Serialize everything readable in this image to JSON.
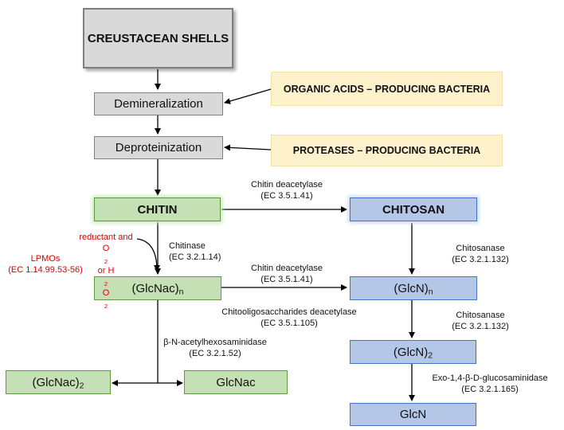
{
  "nodes": {
    "shells": "CREUSTACEAN SHELLS",
    "demineralization": "Demineralization",
    "deproteinization": "Deproteinization",
    "organic_acids": "ORGANIC ACIDS – PRODUCING BACTERIA",
    "proteases": "PROTEASES – PRODUCING BACTERIA",
    "chitin": "CHITIN",
    "chitosan": "CHITOSAN",
    "glcnac_n": {
      "base": "(GlcNac)",
      "sub": "n"
    },
    "glcn_n": {
      "base": "(GlcN)",
      "sub": "n"
    },
    "glcn_2": {
      "base": "(GlcN)",
      "sub": "2"
    },
    "glcnac_2": {
      "base": "(GlcNac)",
      "sub": "2"
    },
    "glcnac": "GlcNac",
    "glcn": "GlcN"
  },
  "labels": {
    "chitin_deacetylase_top": {
      "name": "Chitin deacetylase",
      "ec": "(EC 3.5.1.41)"
    },
    "chitinase": {
      "name": "Chitinase",
      "ec": "(EC 3.2.1.14)"
    },
    "chitosanase_1": {
      "name": "Chitosanase",
      "ec": "(EC 3.2.1.132)"
    },
    "chitin_deacetylase_mid": {
      "name": "Chitin deacetylase",
      "ec": "(EC 3.5.1.41)"
    },
    "cos_deacetylase": {
      "name": "Chitooligosaccharides deacetylase",
      "ec": "(EC 3.5.1.105)"
    },
    "chitosanase_2": {
      "name": "Chitosanase",
      "ec": "(EC 3.2.1.132)"
    },
    "hexosaminidase": {
      "name": "β-N-acetylhexosaminidase",
      "ec": "(EC 3.2.1.52)"
    },
    "exo_glucosaminidase": {
      "name": "Exo-1,4-β-D-glucosaminidase",
      "ec": "(EC 3.2.1.165)"
    },
    "lpmo": {
      "name": "LPMOs",
      "ec": "(EC 1.14.99.53-56)"
    },
    "reductant": {
      "line1": "reductant and",
      "o2": "O",
      "o2_sub": "2",
      "or": " or H",
      "h2o2_sub1": "2",
      "o_letter": "O",
      "h2o2_sub2": "2"
    }
  },
  "colors": {
    "gray_fill": "#d9d9d9",
    "yellow_fill": "#fdf2cc",
    "green_fill": "#c5e0b4",
    "blue_fill": "#b4c7e7",
    "red_text": "#e00000"
  }
}
